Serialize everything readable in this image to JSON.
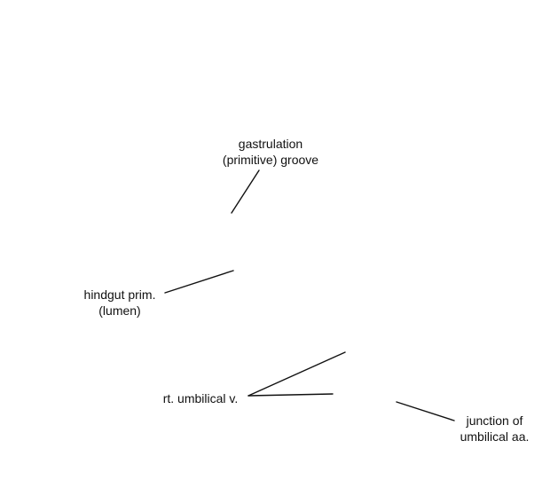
{
  "labels": {
    "gastrulation_groove": {
      "line1": "gastrulation",
      "line2": "(primitive) groove"
    },
    "hindgut": {
      "line1": "hindgut prim.",
      "line2": "(lumen)"
    },
    "umbilical_vein": {
      "line1": "rt. umbilical v."
    },
    "umbilical_arteries": {
      "line1": "junction of",
      "line2": "umbilical aa."
    }
  },
  "colors": {
    "ink": "#111111",
    "background": "#ffffff"
  }
}
